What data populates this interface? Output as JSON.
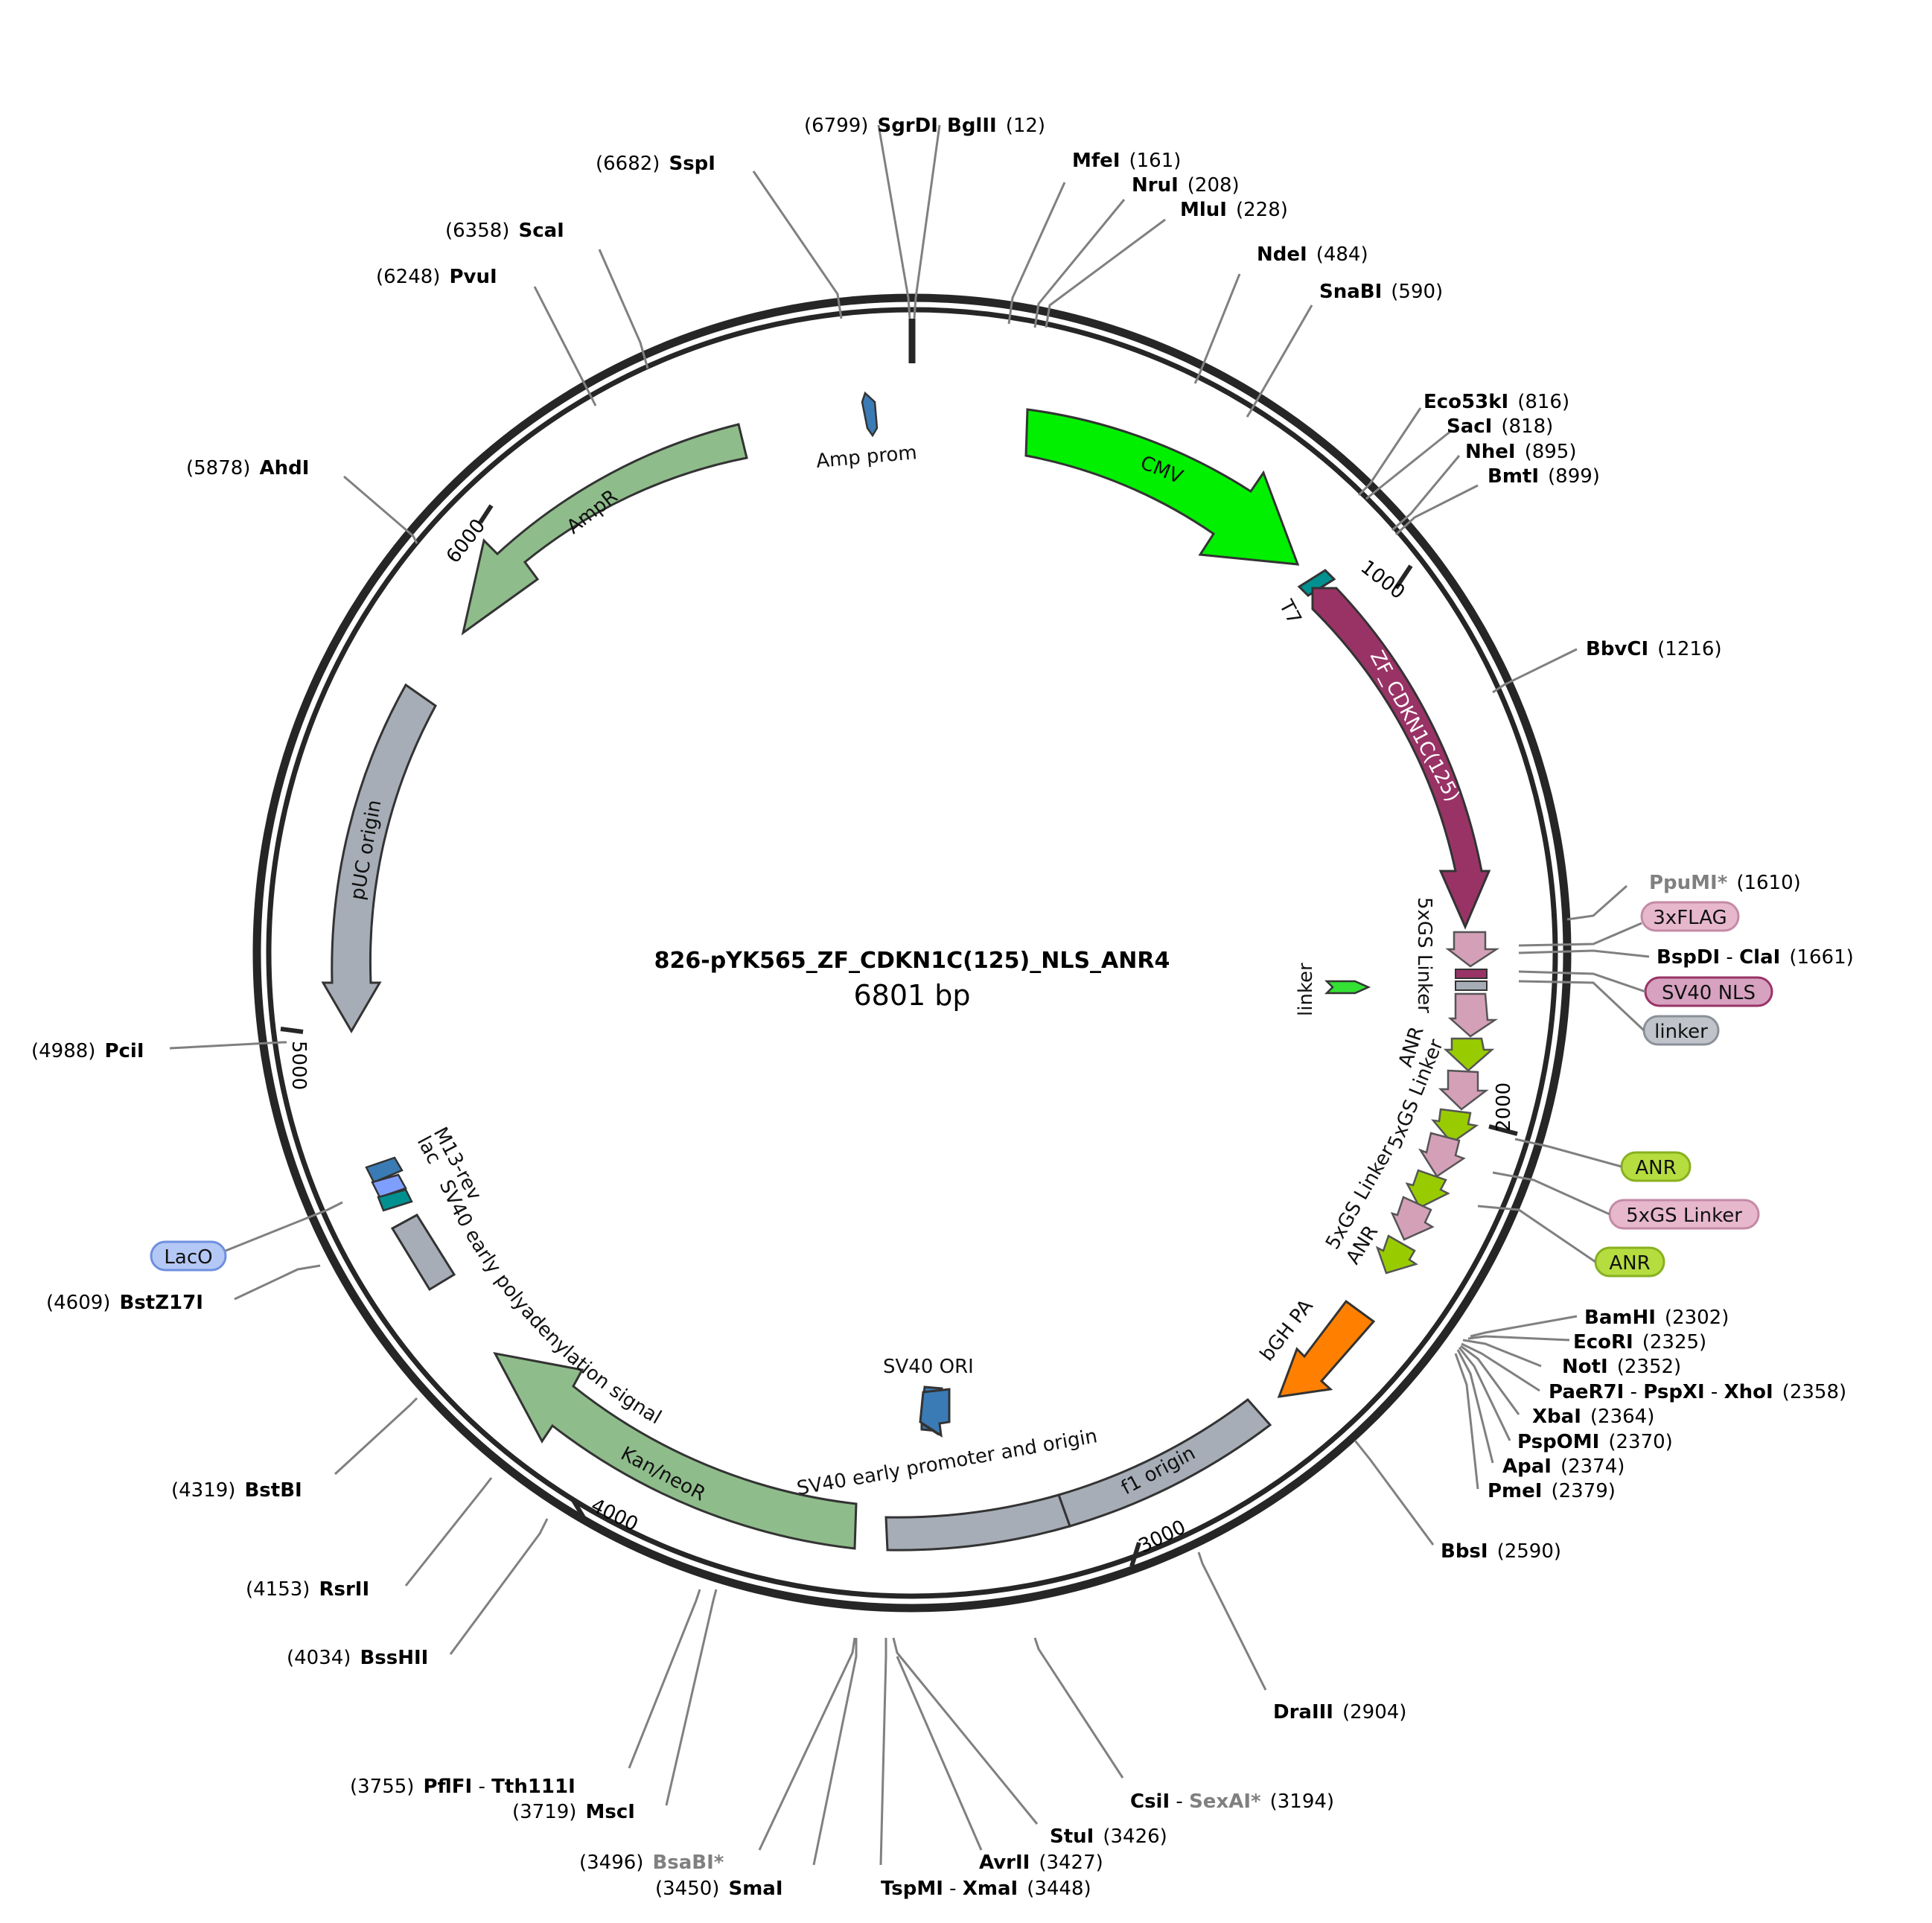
{
  "plasmid": {
    "name": "826-pYK565_ZF_CDKN1C(125)_NLS_ANR4",
    "length_label": "6801 bp",
    "length": 6801
  },
  "ticks": [
    "1000",
    "2000",
    "3000",
    "4000",
    "5000",
    "6000"
  ],
  "features": [
    {
      "label": "CMV",
      "color": "#00f000"
    },
    {
      "label": "T7",
      "color": "#009090"
    },
    {
      "label": "ZF_CDKN1C(125)",
      "color": "#993366"
    },
    {
      "label": "5xGS Linker",
      "color": "#d4a0b8"
    },
    {
      "label": "linker",
      "color": "#33e033"
    },
    {
      "label": "ANR",
      "color": "#99cc00"
    },
    {
      "label": "5xGS Linker",
      "color": "#d4a0b8"
    },
    {
      "label": "5xGS Linker",
      "color": "#d4a0b8"
    },
    {
      "label": "ANR",
      "color": "#99cc00"
    },
    {
      "label": "bGH PA",
      "color": "#ff8000"
    },
    {
      "label": "f1 origin",
      "color": "#a6adb6"
    },
    {
      "label": "SV40 early promoter and origin",
      "color": "#a6adb6"
    },
    {
      "label": "SV40 ORI",
      "color": "#3b7bb5"
    },
    {
      "label": "Kan/neoR",
      "color": "#8fbc8b"
    },
    {
      "label": "SV40 early polyadenylation signal",
      "color": "#a6adb6"
    },
    {
      "label": "M13-rev",
      "color": "#009090"
    },
    {
      "label": "lac",
      "color": "#7f9fff"
    },
    {
      "label": "pUC origin",
      "color": "#a6adb6"
    },
    {
      "label": "AmpR",
      "color": "#8fbc8b"
    },
    {
      "label": "Amp prom",
      "color": "#3b7bb5"
    }
  ],
  "pills": [
    {
      "label": "3xFLAG",
      "fill": "#e7b8cc",
      "stroke": "#c48aa6"
    },
    {
      "label": "SV40 NLS",
      "fill": "#d6a2c0",
      "stroke": "#993366"
    },
    {
      "label": "linker",
      "fill": "#c0c4ca",
      "stroke": "#8a9098"
    },
    {
      "label": "ANR",
      "fill": "#b5dd40",
      "stroke": "#88b020"
    },
    {
      "label": "5xGS Linker",
      "fill": "#e7b8cc",
      "stroke": "#c48aa6"
    },
    {
      "label": "ANR",
      "fill": "#b5dd40",
      "stroke": "#88b020"
    },
    {
      "label": "LacO",
      "fill": "#b4c8f5",
      "stroke": "#6f8fe0"
    }
  ],
  "sites": [
    {
      "name": "SgrDI",
      "pos": "(6799)"
    },
    {
      "name": "BglII",
      "pos": "(12)"
    },
    {
      "name": "SspI",
      "pos": "(6682)"
    },
    {
      "name": "MfeI",
      "pos": "(161)"
    },
    {
      "name": "NruI",
      "pos": "(208)"
    },
    {
      "name": "MluI",
      "pos": "(228)"
    },
    {
      "name": "ScaI",
      "pos": "(6358)"
    },
    {
      "name": "PvuI",
      "pos": "(6248)"
    },
    {
      "name": "NdeI",
      "pos": "(484)"
    },
    {
      "name": "SnaBI",
      "pos": "(590)"
    },
    {
      "name": "AhdI",
      "pos": "(5878)"
    },
    {
      "name": "Eco53kI",
      "pos": "(816)"
    },
    {
      "name": "SacI",
      "pos": "(818)"
    },
    {
      "name": "NheI",
      "pos": "(895)"
    },
    {
      "name": "BmtI",
      "pos": "(899)"
    },
    {
      "name": "BbvCI",
      "pos": "(1216)"
    },
    {
      "name": "PpuMI*",
      "pos": "(1610)"
    },
    {
      "name": "BspDI",
      "pos": "(1661)"
    },
    {
      "name": "ClaI",
      "pos": ""
    },
    {
      "name": "PciI",
      "pos": "(4988)"
    },
    {
      "name": "BstZ17I",
      "pos": "(4609)"
    },
    {
      "name": "BamHI",
      "pos": "(2302)"
    },
    {
      "name": "EcoRI",
      "pos": "(2325)"
    },
    {
      "name": "NotI",
      "pos": "(2352)"
    },
    {
      "name": "PaeR7I",
      "pos": "(2358)"
    },
    {
      "name": "PspXI",
      "pos": ""
    },
    {
      "name": "XhoI",
      "pos": ""
    },
    {
      "name": "XbaI",
      "pos": "(2364)"
    },
    {
      "name": "PspOMI",
      "pos": "(2370)"
    },
    {
      "name": "ApaI",
      "pos": "(2374)"
    },
    {
      "name": "PmeI",
      "pos": "(2379)"
    },
    {
      "name": "BstBI",
      "pos": "(4319)"
    },
    {
      "name": "BbsI",
      "pos": "(2590)"
    },
    {
      "name": "RsrII",
      "pos": "(4153)"
    },
    {
      "name": "BssHII",
      "pos": "(4034)"
    },
    {
      "name": "DraIII",
      "pos": "(2904)"
    },
    {
      "name": "PflFI",
      "pos": "(3755)"
    },
    {
      "name": "Tth111I",
      "pos": ""
    },
    {
      "name": "MscI",
      "pos": "(3719)"
    },
    {
      "name": "CsiI",
      "pos": "(3194)"
    },
    {
      "name": "SexAI*",
      "pos": ""
    },
    {
      "name": "StuI",
      "pos": "(3426)"
    },
    {
      "name": "BsaBI*",
      "pos": "(3496)"
    },
    {
      "name": "AvrII",
      "pos": "(3427)"
    },
    {
      "name": "SmaI",
      "pos": "(3450)"
    },
    {
      "name": "TspMI",
      "pos": "(3448)"
    },
    {
      "name": "XmaI",
      "pos": ""
    }
  ],
  "separator": " - "
}
